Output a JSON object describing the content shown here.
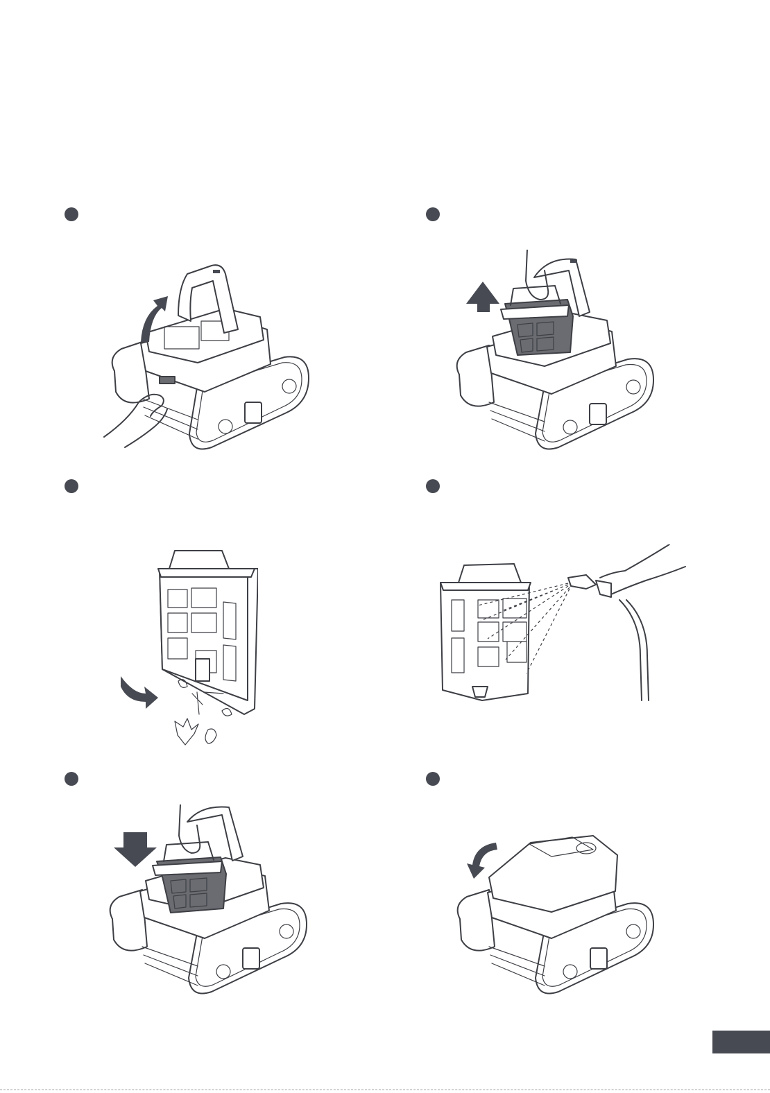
{
  "steps": [
    {
      "id": 1,
      "action": "open-top-cover",
      "arrow": "curved-up-icon"
    },
    {
      "id": 2,
      "action": "lift-filter-basket",
      "arrow": "up-arrow-icon"
    },
    {
      "id": 3,
      "action": "empty-debris",
      "arrow": "curved-right-icon"
    },
    {
      "id": 4,
      "action": "rinse-filter",
      "arrow": "spray-nozzle-icon"
    },
    {
      "id": 5,
      "action": "insert-filter-basket",
      "arrow": "down-arrow-icon"
    },
    {
      "id": 6,
      "action": "close-top-cover",
      "arrow": "curved-down-icon"
    }
  ],
  "colors": {
    "accent": "#474a52",
    "line": "#3d3f45",
    "filter_fill": "#6a6c72"
  }
}
